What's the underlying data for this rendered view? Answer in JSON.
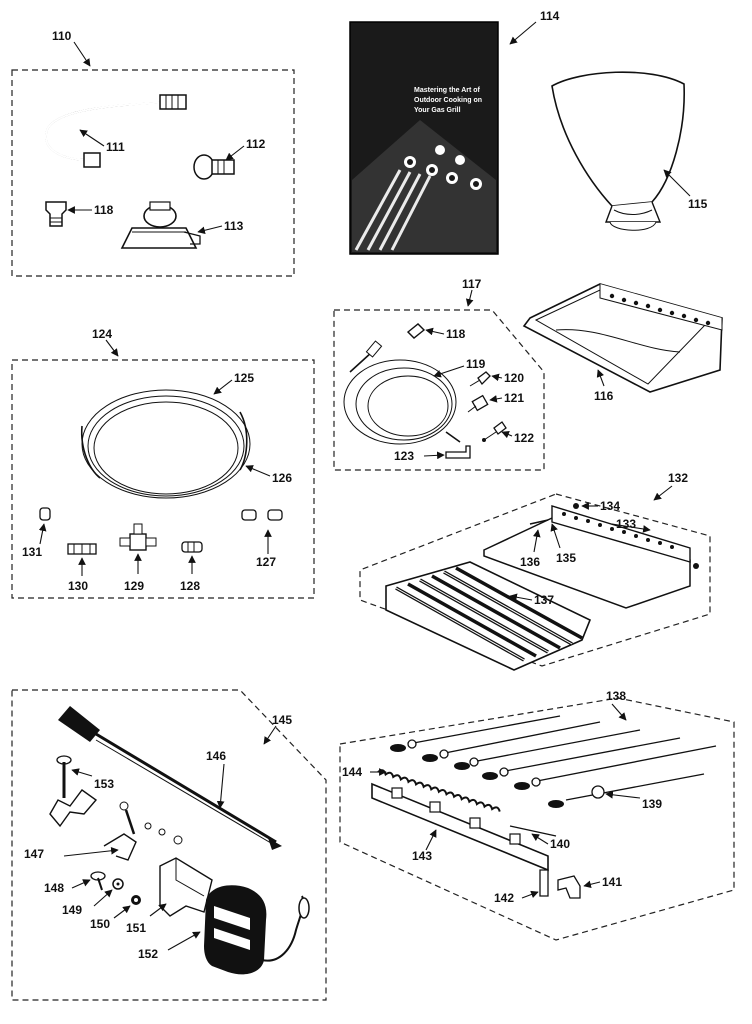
{
  "manual": {
    "title_line1": "Mastering the Art of",
    "title_line2": "Outdoor Cooking on",
    "title_line3": "Your Gas Grill"
  },
  "labels": {
    "p110": "110",
    "p111": "111",
    "p112": "112",
    "p113": "113",
    "p114": "114",
    "p115": "115",
    "p116": "116",
    "p117": "117",
    "p118a": "118",
    "p118b": "118",
    "p119": "119",
    "p120": "120",
    "p121": "121",
    "p122": "122",
    "p123": "123",
    "p124": "124",
    "p125": "125",
    "p126": "126",
    "p127": "127",
    "p128": "128",
    "p129": "129",
    "p130": "130",
    "p131": "131",
    "p132": "132",
    "p133": "133",
    "p134": "134",
    "p135": "135",
    "p136": "136",
    "p137": "137",
    "p138": "138",
    "p139": "139",
    "p140": "140",
    "p141": "141",
    "p142": "142",
    "p143": "143",
    "p144": "144",
    "p145": "145",
    "p146": "146",
    "p147": "147",
    "p148": "148",
    "p149": "149",
    "p150": "150",
    "p151": "151",
    "p152": "152",
    "p153": "153"
  }
}
